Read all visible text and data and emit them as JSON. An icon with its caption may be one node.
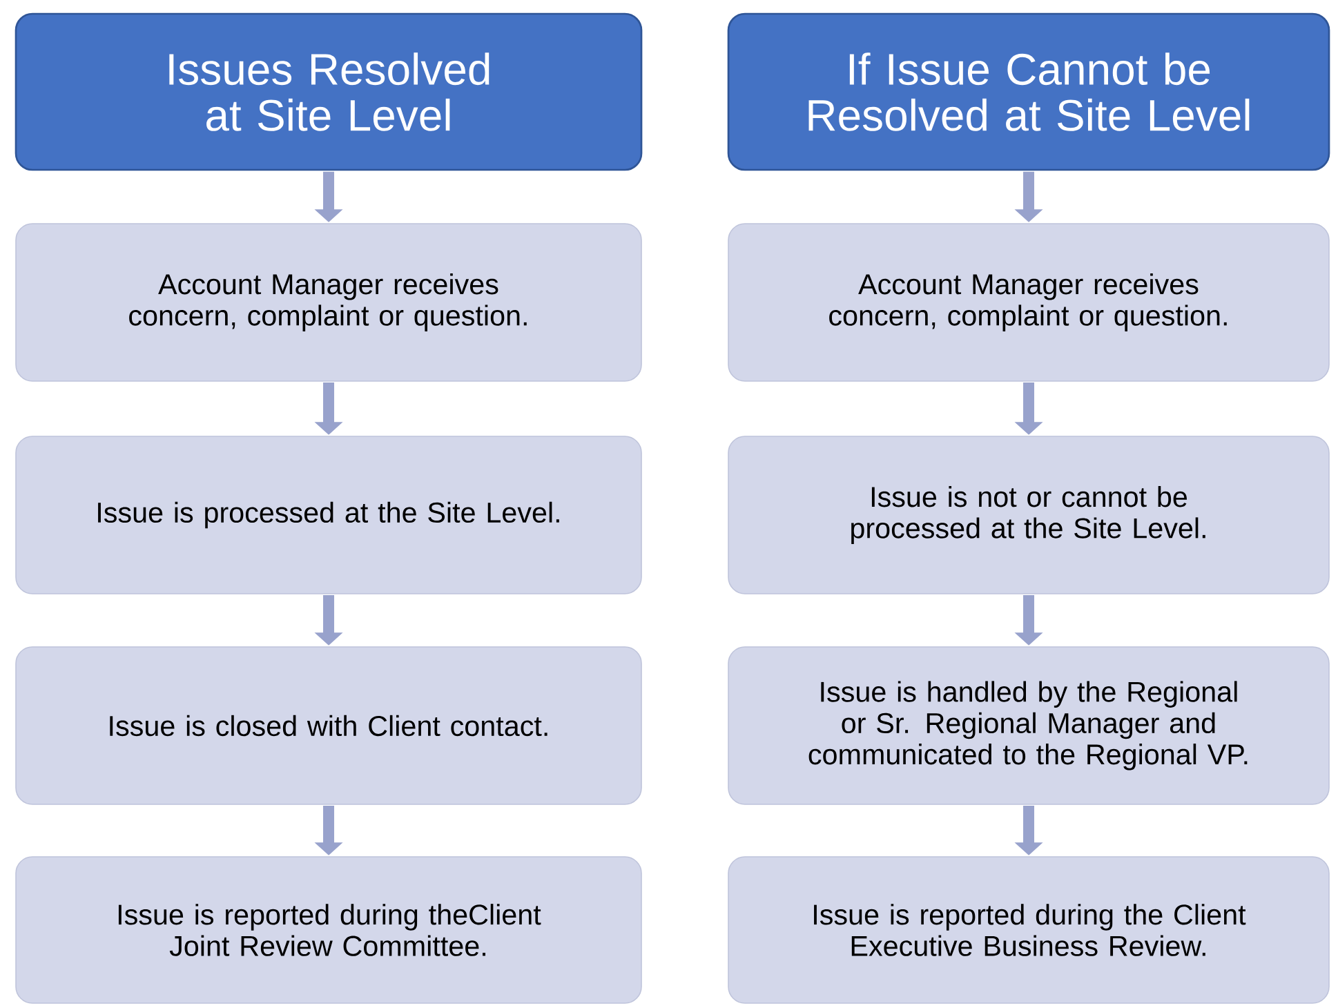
{
  "diagram": {
    "nodes": [
      {
        "text": [
          "Issues Resolved at Site Level"
        ]
      },
      {
        "text": [
          "Account Manager receives concern, complaint or question."
        ]
      },
      {
        "text": [
          "Issue is processed at the Site Level."
        ]
      },
      {
        "text": [
          "Issue is closed with Client contact."
        ]
      },
      {
        "text": [
          "Issue is reported during theClient Joint Review Committee."
        ]
      },
      {
        "text": [
          "If Issue Cannot be Resolved at Site Level"
        ]
      },
      {
        "text": [
          "Account Manager receives concern, complaint or question."
        ]
      },
      {
        "text": [
          "Issue is not or cannot be processed at the Site Level."
        ]
      },
      {
        "text": [
          "Issue is handled by the Regional or Sr. Regional Manager and communicated to the Regional VP."
        ]
      },
      {
        "text": [
          "Issue is reported during the Client Executive Business Review."
        ]
      }
    ],
    "edges": [
      {
        "from": 0,
        "to": 1,
        "arrow": "to"
      },
      {
        "from": 1,
        "to": 2,
        "arrow": "to"
      },
      {
        "from": 2,
        "to": 3,
        "arrow": "to"
      },
      {
        "from": 3,
        "to": 4,
        "arrow": "to"
      },
      {
        "from": 5,
        "to": 6,
        "arrow": "to"
      },
      {
        "from": 6,
        "to": 7,
        "arrow": "to"
      },
      {
        "from": 7,
        "to": 8,
        "arrow": "to"
      },
      {
        "from": 8,
        "to": 9,
        "arrow": "to"
      }
    ]
  }
}
